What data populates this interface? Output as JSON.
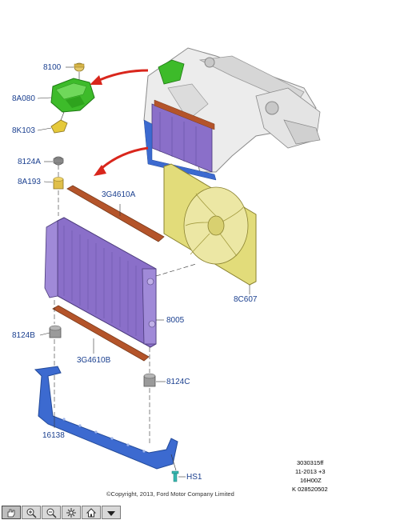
{
  "labels": {
    "p8100": "8100",
    "p8A080": "8A080",
    "p8K103": "8K103",
    "p8124A": "8124A",
    "p8A193": "8A193",
    "p3G4610A": "3G4610A",
    "p8C607": "8C607",
    "p8005": "8005",
    "p8124B": "8124B",
    "p3G4610B": "3G4610B",
    "p8124C": "8124C",
    "p16138": "16138",
    "pHS1": "HS1"
  },
  "meta": {
    "line1": "3030315ff",
    "line2": "11-2013 +3",
    "line3": "16H00Z",
    "line4": "K 028520502"
  },
  "copyright": "©Copyright, 2013, Ford Motor Company Limited",
  "colors": {
    "label": "#1a3f8f",
    "radiator": "#8a6fc9",
    "tank": "#3dbb2a",
    "seal": "#b4542a",
    "shroud": "#e2dc7a",
    "bracket": "#3c6ad0",
    "mount": "#888888",
    "arrow": "#d9261c"
  },
  "toolbar": {
    "buttons": [
      "pan-icon",
      "zoom-in-icon",
      "zoom-out-icon",
      "fit-icon",
      "home-icon",
      "dropdown-icon"
    ]
  }
}
